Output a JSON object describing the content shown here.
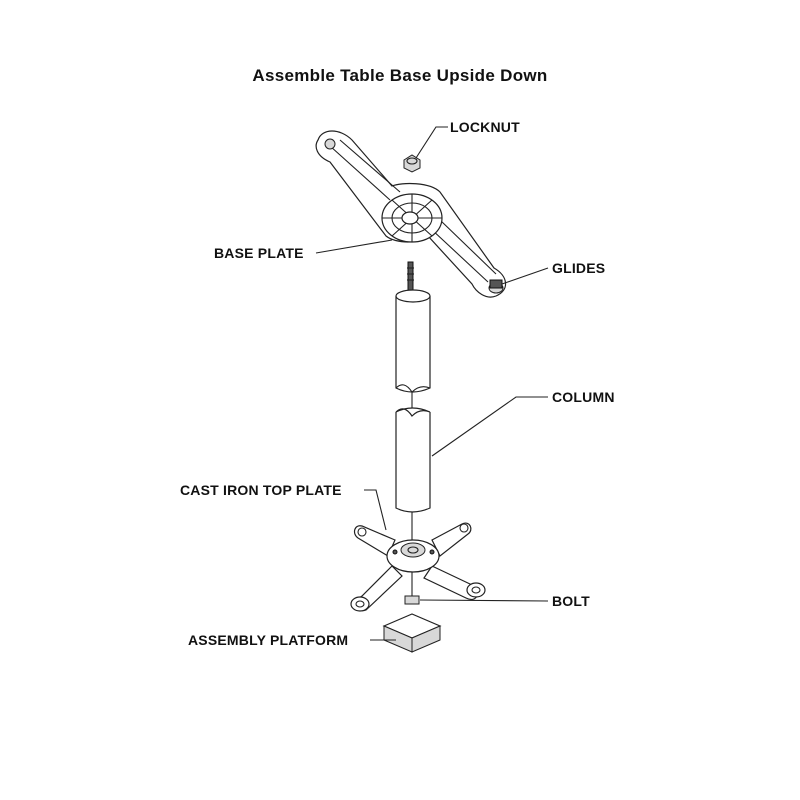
{
  "title": "Assemble Table Base Upside Down",
  "labels": {
    "locknut": "LOCKNUT",
    "base_plate": "BASE PLATE",
    "glides": "GLIDES",
    "column": "COLUMN",
    "cast_iron_top_plate": "CAST IRON TOP PLATE",
    "bolt": "BOLT",
    "assembly_platform": "ASSEMBLY PLATFORM"
  }
}
